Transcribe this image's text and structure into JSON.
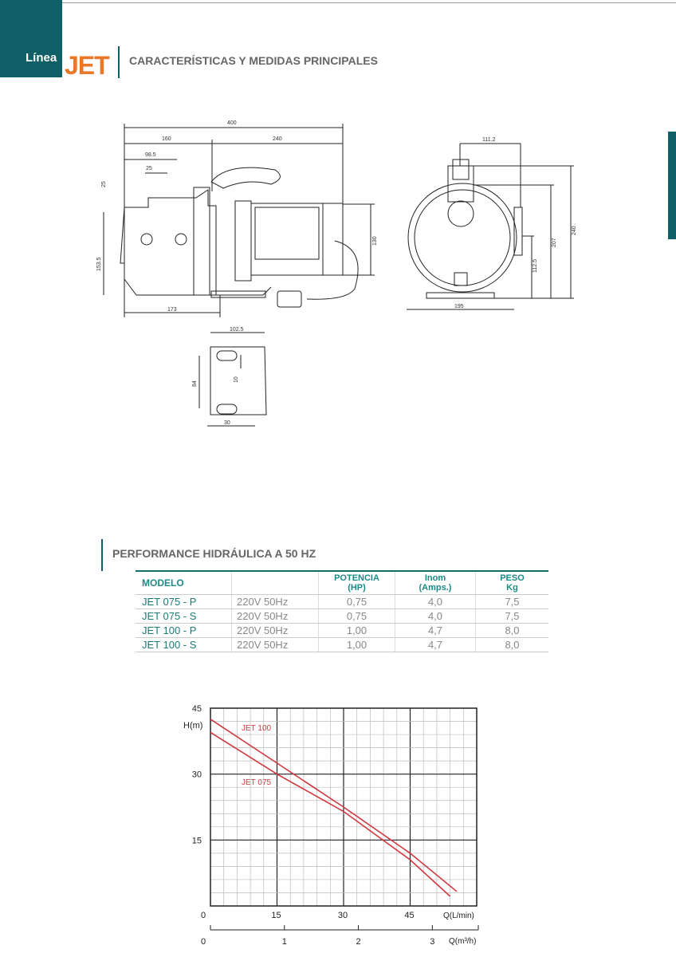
{
  "header": {
    "prefix": "Línea",
    "brand": "JET",
    "title": "CARACTERÍSTICAS Y MEDIDAS PRINCIPALES"
  },
  "drawings": {
    "side": {
      "d400": "400",
      "d160": "160",
      "d240": "240",
      "d985": "98.5",
      "d25": "25",
      "d25v": "25",
      "d1535": "153.5",
      "d130": "130",
      "d173": "173"
    },
    "front": {
      "d1112": "111.2",
      "d240": "240",
      "d207": "207",
      "d1125": "112.5",
      "d195": "195"
    },
    "base": {
      "d1025": "102.5",
      "d84": "84",
      "d10": "10",
      "d30": "30"
    }
  },
  "performance": {
    "title": "PERFORMANCE HIDRÁULICA A 50 HZ",
    "headers": {
      "modelo": "MODELO",
      "blank": "",
      "potencia1": "POTENCIA",
      "potencia2": "(HP)",
      "inom1": "Inom",
      "inom2": "(Amps.)",
      "peso1": "PESO",
      "peso2": "Kg"
    },
    "rows": [
      {
        "modelo": "JET 075 - P",
        "tension": "220V  50Hz",
        "hp": "0,75",
        "amps": "4,0",
        "kg": "7,5"
      },
      {
        "modelo": "JET 075 - S",
        "tension": "220V  50Hz",
        "hp": "0,75",
        "amps": "4,0",
        "kg": "7,5"
      },
      {
        "modelo": "JET 100 - P",
        "tension": "220V  50Hz",
        "hp": "1,00",
        "amps": "4,7",
        "kg": "8,0"
      },
      {
        "modelo": "JET 100 - S",
        "tension": "220V  50Hz",
        "hp": "1,00",
        "amps": "4,7",
        "kg": "8,0"
      }
    ]
  },
  "chart_data": {
    "type": "line",
    "ylabel": "H(m)",
    "xlabel": "Q(L/min)",
    "x2label": "Q(m³/h)",
    "xlim": [
      0,
      60
    ],
    "ylim": [
      0,
      45
    ],
    "yticks": [
      "0",
      "15",
      "30",
      "45"
    ],
    "xticks": [
      "15",
      "30",
      "45"
    ],
    "x2ticks": [
      "0",
      "1",
      "2",
      "3"
    ],
    "grid": true,
    "series": [
      {
        "name": "JET 100",
        "color": "#d0383f",
        "x": [
          0,
          15,
          30,
          45,
          55.5
        ],
        "y": [
          42.5,
          32.5,
          22.5,
          12,
          3.3
        ]
      },
      {
        "name": "JET 075",
        "color": "#d0383f",
        "x": [
          0,
          15,
          30,
          45,
          54
        ],
        "y": [
          39.5,
          30,
          21.5,
          10.5,
          2.2
        ]
      }
    ]
  }
}
